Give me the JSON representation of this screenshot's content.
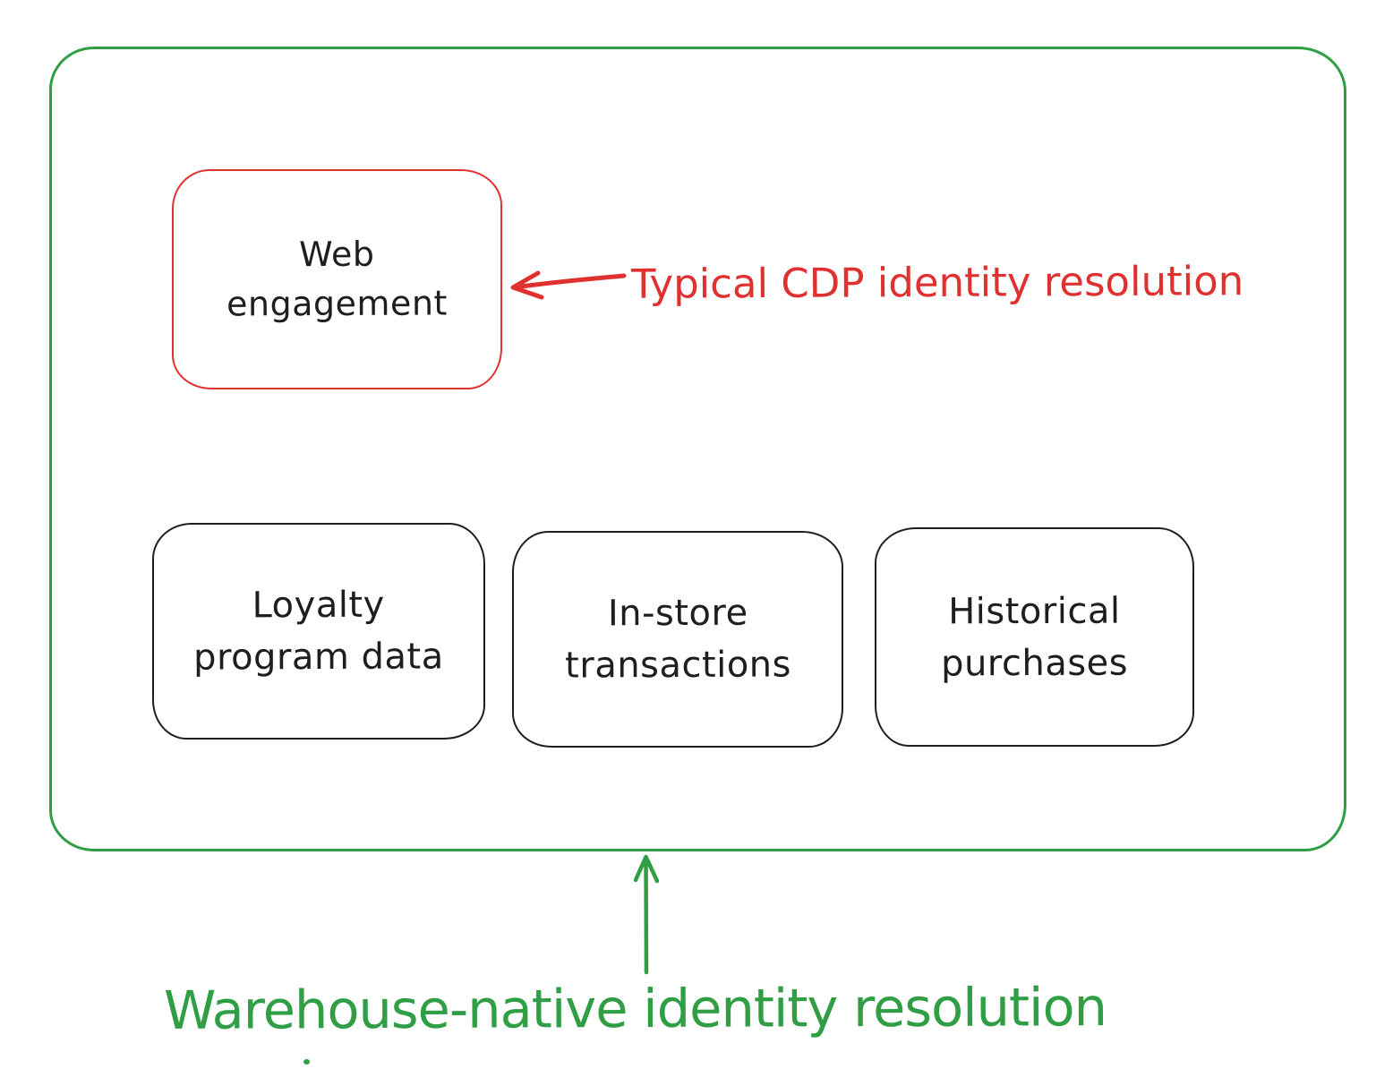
{
  "colors": {
    "green": "#2f9e44",
    "red": "#e03131",
    "ink": "#1e1e1e",
    "background": "#ffffff"
  },
  "boxes": {
    "web_engagement": {
      "lines": [
        "Web",
        "engagement"
      ]
    },
    "loyalty": {
      "lines": [
        "Loyalty",
        "program data"
      ]
    },
    "in_store": {
      "lines": [
        "In-store",
        "transactions"
      ]
    },
    "historical": {
      "lines": [
        "Historical",
        "purchases"
      ]
    }
  },
  "annotations": {
    "cdp": {
      "label": "Typical CDP identity resolution"
    },
    "warehouse": {
      "label": "Warehouse-native identity resolution"
    }
  }
}
